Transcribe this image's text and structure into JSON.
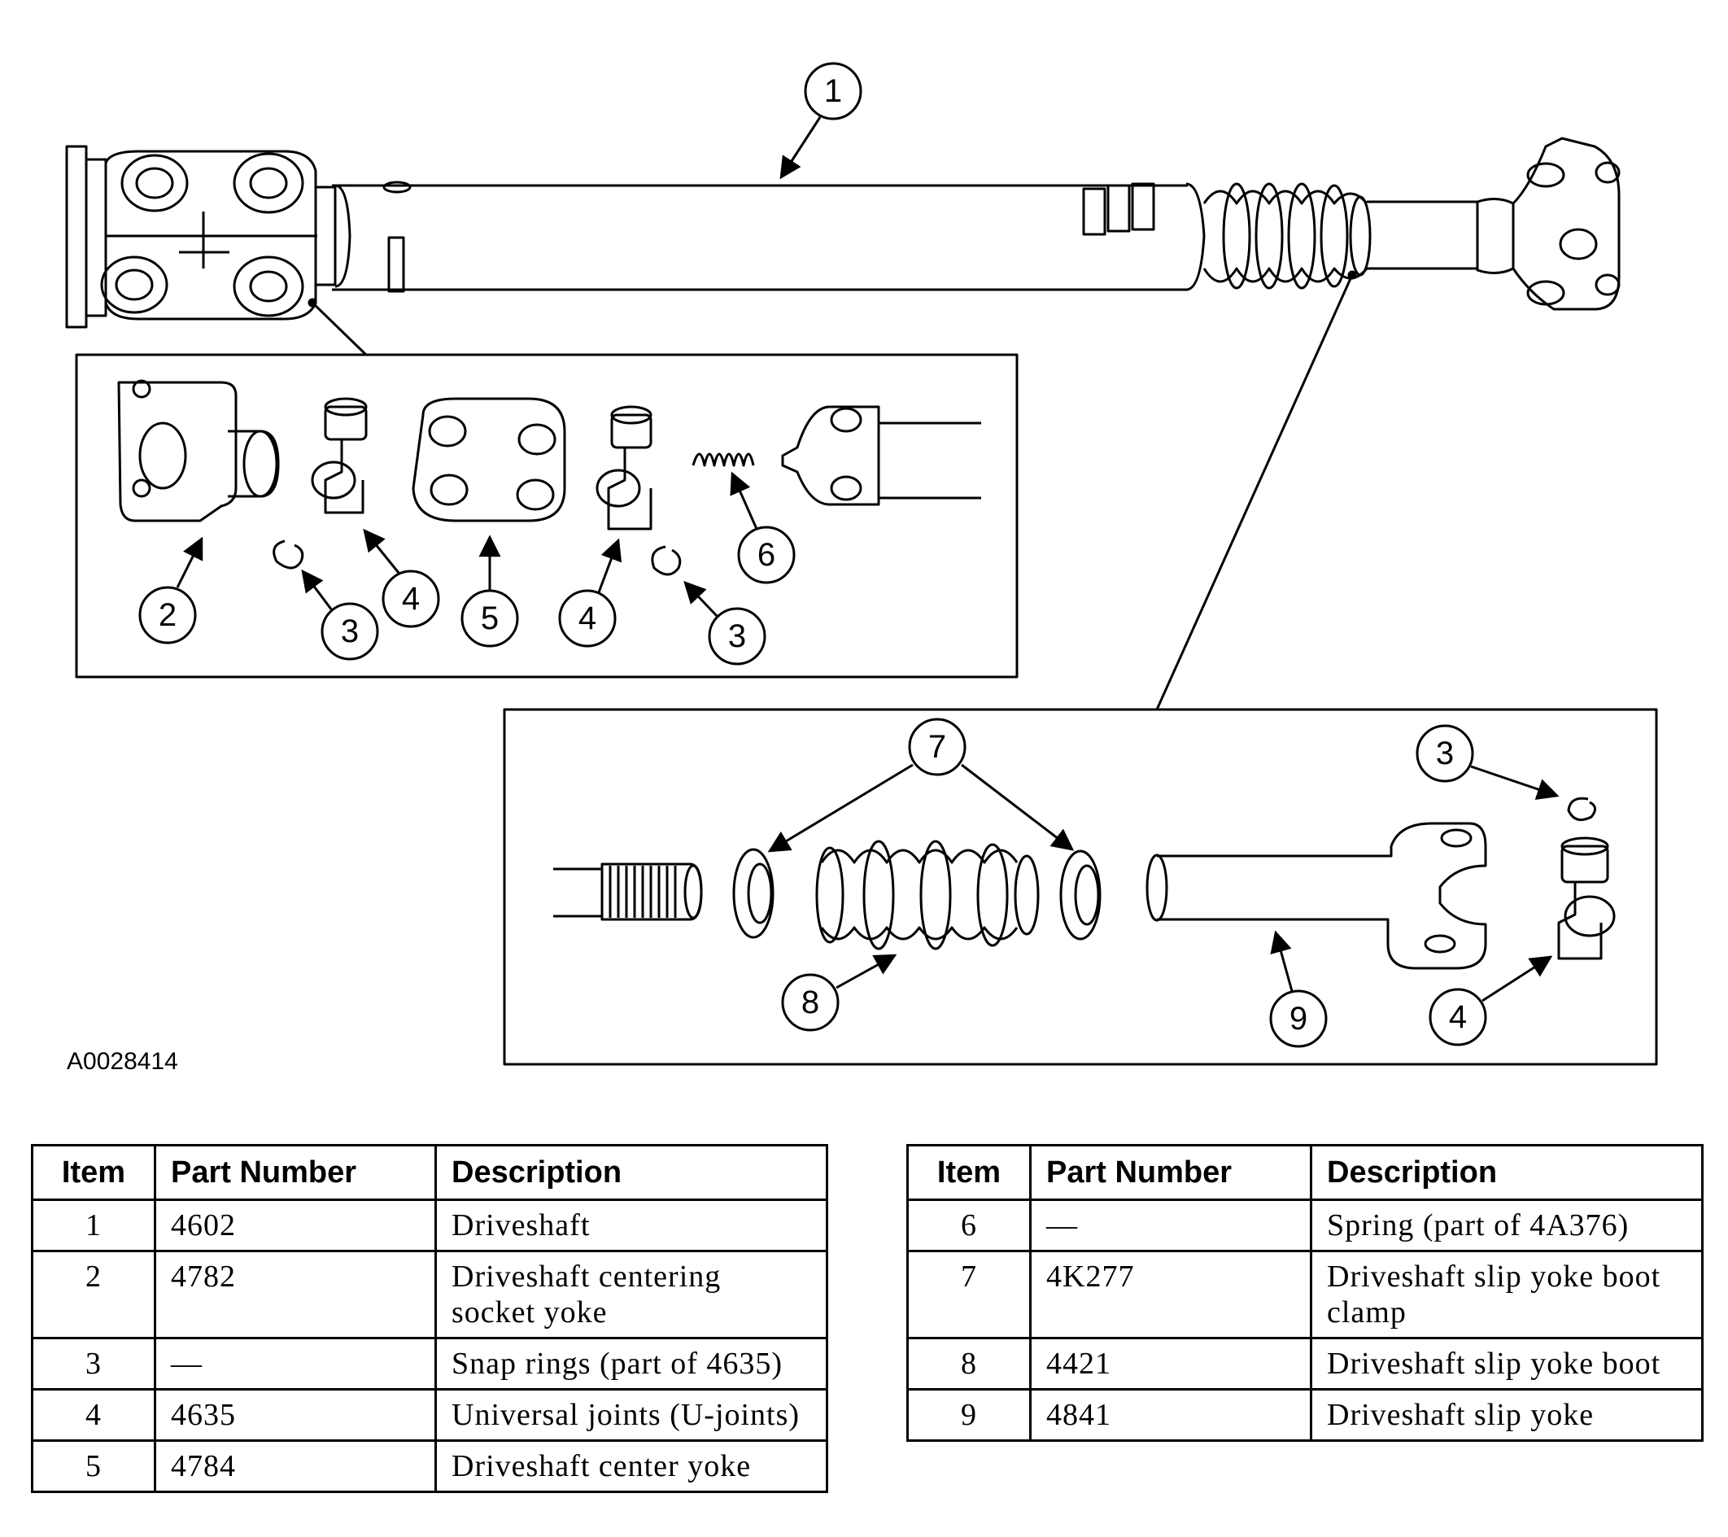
{
  "figure_code": "A0028414",
  "callouts": {
    "c1": "1",
    "c2": "2",
    "c3a": "3",
    "c4a": "4",
    "c5": "5",
    "c4b": "4",
    "c3b": "3",
    "c6": "6",
    "c7": "7",
    "c3c": "3",
    "c8": "8",
    "c9": "9",
    "c4c": "4"
  },
  "table_headers": {
    "item": "Item",
    "part_number": "Part Number",
    "description": "Description"
  },
  "parts_left": [
    {
      "item": "1",
      "part_number": "4602",
      "description": "Driveshaft"
    },
    {
      "item": "2",
      "part_number": "4782",
      "description": "Driveshaft centering socket yoke"
    },
    {
      "item": "3",
      "part_number": "—",
      "description": "Snap rings (part of 4635)"
    },
    {
      "item": "4",
      "part_number": "4635",
      "description": "Universal joints (U-joints)"
    },
    {
      "item": "5",
      "part_number": "4784",
      "description": "Driveshaft center yoke"
    }
  ],
  "parts_right": [
    {
      "item": "6",
      "part_number": "—",
      "description": "Spring (part of 4A376)"
    },
    {
      "item": "7",
      "part_number": "4K277",
      "description": "Driveshaft slip yoke boot clamp"
    },
    {
      "item": "8",
      "part_number": "4421",
      "description": "Driveshaft slip yoke boot"
    },
    {
      "item": "9",
      "part_number": "4841",
      "description": "Driveshaft slip yoke"
    }
  ]
}
